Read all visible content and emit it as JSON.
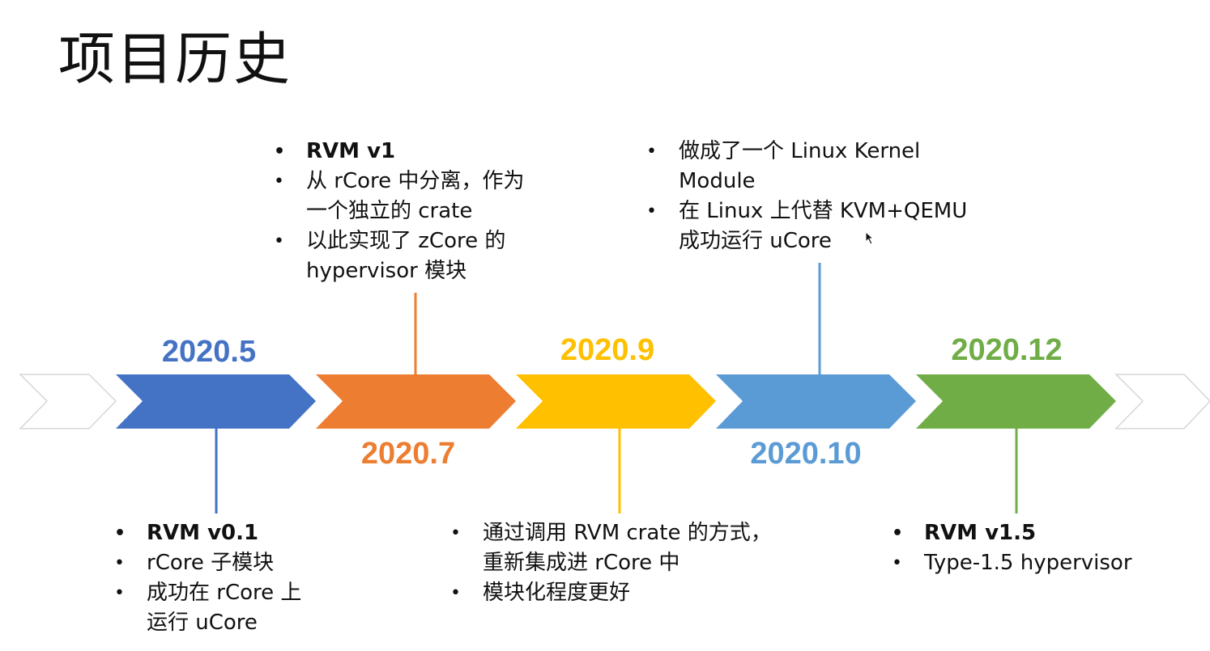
{
  "title": "项目历史",
  "milestones": [
    {
      "year": "2020.5",
      "color": "#4472C4",
      "notes": [
        "RVM v0.1",
        "rCore 子模块",
        "成功在 rCore 上运行 uCore"
      ]
    },
    {
      "year": "2020.7",
      "color": "#ED7D31",
      "notes": [
        "RVM v1",
        "从 rCore 中分离，作为一个独立的 crate",
        "以此实现了 zCore 的 hypervisor 模块"
      ]
    },
    {
      "year": "2020.9",
      "color": "#FFC000",
      "notes": [
        "通过调用 RVM crate 的方式，重新集成进 rCore 中",
        "模块化程度更好"
      ]
    },
    {
      "year": "2020.10",
      "color": "#5B9BD5",
      "notes": [
        "做成了一个 Linux Kernel Module",
        "在 Linux 上代替 KVM+QEMU 成功运行 uCore"
      ]
    },
    {
      "year": "2020.12",
      "color": "#70AD47",
      "notes": [
        "RVM v1.5",
        "Type-1.5 hypervisor"
      ]
    }
  ],
  "text": {
    "n1a": "RVM v0.1",
    "n1b": "rCore 子模块",
    "n1c1": "成功在 rCore 上",
    "n1c2": "运行 uCore",
    "n2a": "RVM v1",
    "n2b1": "从 rCore 中分离，作为",
    "n2b2": "一个独立的 crate",
    "n2c1": "以此实现了 zCore 的",
    "n2c2": "hypervisor 模块",
    "n3a1": "通过调用 RVM crate 的方式，",
    "n3a2": "重新集成进 rCore 中",
    "n3b": "模块化程度更好",
    "n4a1": "做成了一个 Linux Kernel",
    "n4a2": "Module",
    "n4b1": "在 Linux 上代替 KVM+QEMU",
    "n4b2": "成功运行 uCore",
    "n5a": "RVM v1.5",
    "n5b": "Type-1.5 hypervisor"
  }
}
